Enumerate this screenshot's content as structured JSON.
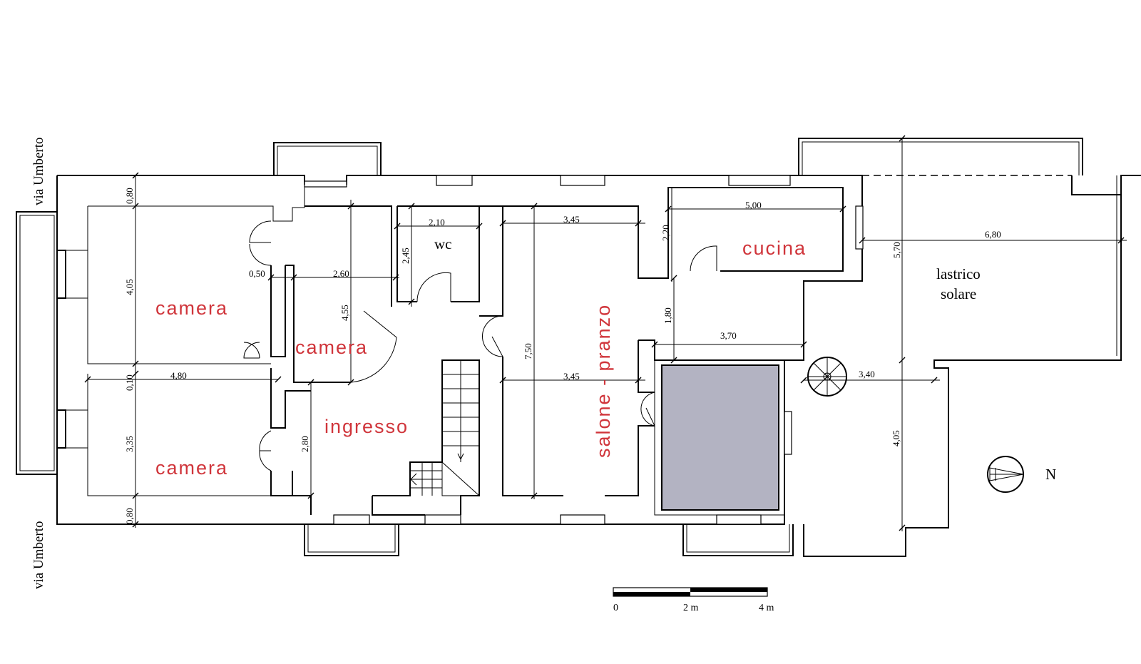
{
  "streets": {
    "top": "via Umberto",
    "bottom": "via Umberto"
  },
  "rooms": {
    "camera_top": "camera",
    "camera_mid": "camera",
    "camera_bottom": "camera",
    "ingresso": "ingresso",
    "wc": "wc",
    "salone": "salone - pranzo",
    "cucina": "cucina"
  },
  "terrace": {
    "line1": "lastrico",
    "line2": "solare"
  },
  "dimensions": {
    "d080_top": "0,80",
    "d405_left": "4,05",
    "d010": "0,10",
    "d335": "3,35",
    "d080_bottom": "0,80",
    "d480": "4,80",
    "d050": "0,50",
    "d260": "2,60",
    "d455": "4,55",
    "d280": "2,80",
    "d210": "2,10",
    "d245": "2,45",
    "d345_top": "3,45",
    "d750": "7,50",
    "d345_mid": "3,45",
    "d220": "2,20",
    "d500": "5,00",
    "d180": "1,80",
    "d370": "3,70",
    "d570": "5,70",
    "d680": "6,80",
    "d340": "3,40",
    "d405_right": "4,05"
  },
  "north": "N",
  "scale": {
    "start": "0",
    "mid": "2 m",
    "end": "4 m"
  },
  "colors": {
    "room_label": "#d0353b",
    "stair_fill": "#b3b3c2"
  }
}
